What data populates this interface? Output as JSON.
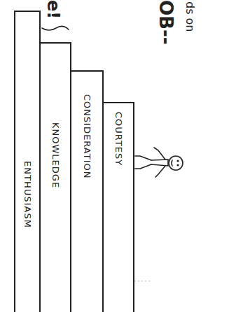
{
  "diagram": {
    "nodes": [
      {
        "text": [
          "COURTESY"
        ]
      },
      {
        "text": [
          "CONSIDERATION"
        ]
      },
      {
        "text": [
          "KNOWLEDGE"
        ]
      },
      {
        "text": [
          "ENTHUSIASM"
        ]
      }
    ],
    "labels": [
      "OB--",
      "ds on",
      "e!"
    ]
  }
}
